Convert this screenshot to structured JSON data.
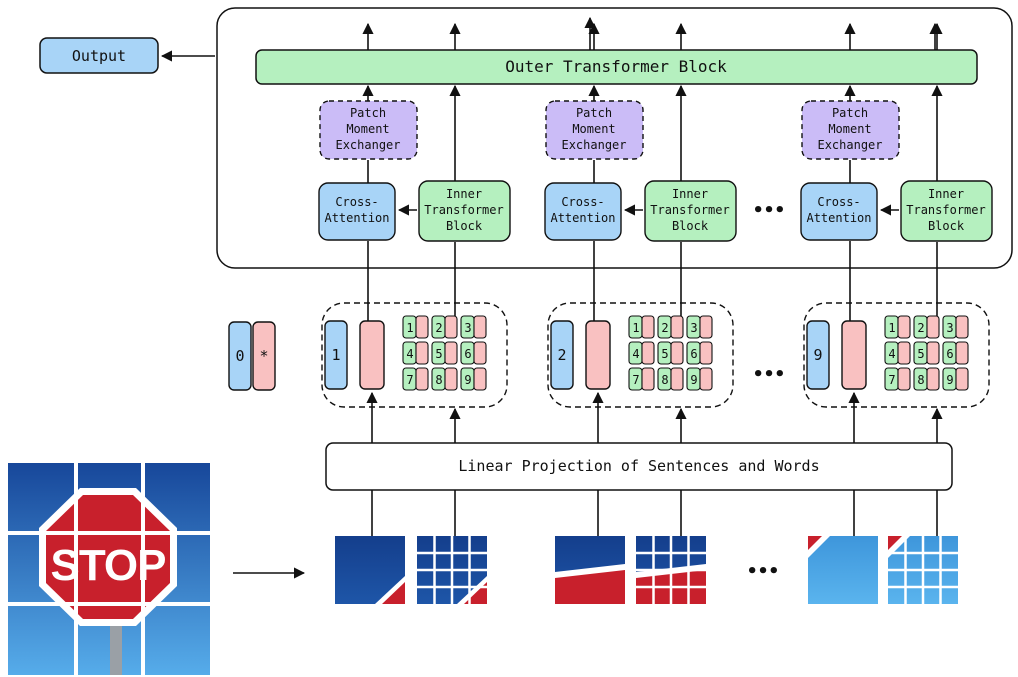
{
  "output_label": "Output",
  "outer_block_label": "Outer Transformer Block",
  "linear_projection_label": "Linear Projection of Sentences and Words",
  "patch_exchanger_lines": [
    "Patch",
    "Moment",
    "Exchanger"
  ],
  "cross_attention_lines": [
    "Cross-",
    "Attention"
  ],
  "inner_block_lines": [
    "Inner",
    "Transformer",
    "Block"
  ],
  "ellipsis": "•••",
  "class_token_label": "0",
  "class_token_star": "*",
  "patch_index_labels": [
    "1",
    "2",
    "9"
  ],
  "grid_labels": [
    "1",
    "2",
    "3",
    "4",
    "5",
    "6",
    "7",
    "8",
    "9"
  ],
  "image_text": "STOP",
  "colors": {
    "blue": "#a8d4f7",
    "green": "#b5f0bf",
    "pink": "#f9c1c1",
    "purple": "#cbbcf7",
    "sky_top": "#1a4a9c",
    "sky_bottom": "#4aa0e0",
    "sign_red": "#c8202c"
  }
}
